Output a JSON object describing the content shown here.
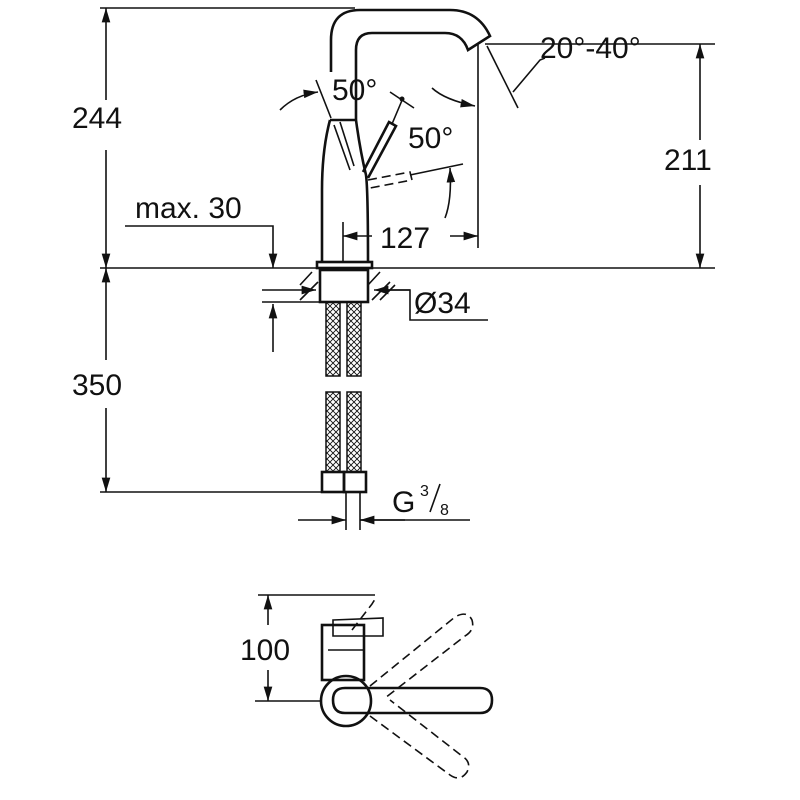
{
  "drawing": {
    "dim_height_total": "244",
    "dim_spout_height": "211",
    "dim_projection": "127",
    "dim_deck_thickness": "max. 30",
    "dim_swivel_angle": "20°-40°",
    "dim_lever_angle_1": "50°",
    "dim_lever_angle_2": "50°",
    "dim_hole_diameter": "Ø34",
    "dim_hose_length": "350",
    "thread_prefix": "G",
    "thread_num": "3",
    "thread_den": "8",
    "dim_plan_depth": "100"
  }
}
